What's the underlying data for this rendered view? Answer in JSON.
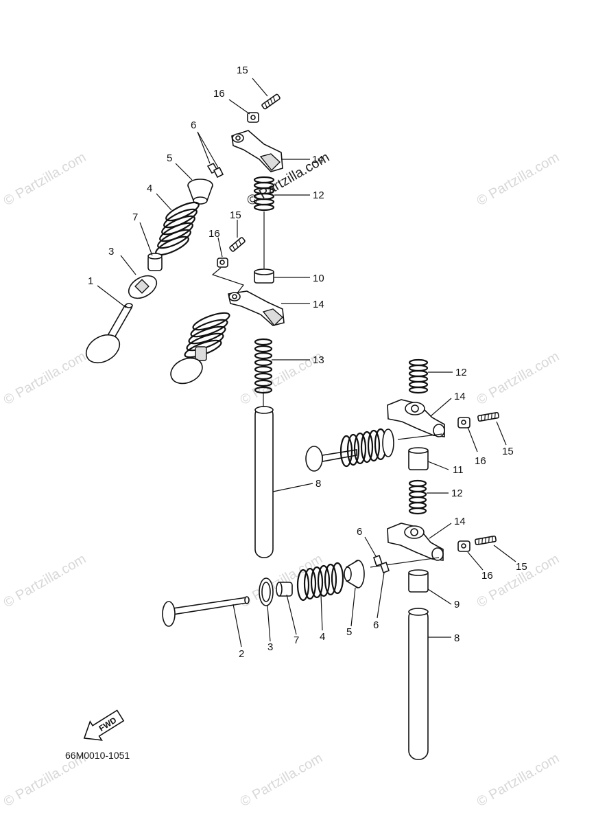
{
  "diagram": {
    "part_code": "66M0010-1051",
    "fwd_label": "FWD",
    "watermark_text": "© Partzilla.com",
    "callouts": {
      "c15a": "15",
      "c16a": "16",
      "c6a": "6",
      "c5a": "5",
      "c4a": "4",
      "c7a": "7",
      "c3a": "3",
      "c1": "1",
      "c14a": "14",
      "c12a": "12",
      "c15b": "15",
      "c16b": "16",
      "c10": "10",
      "c14b": "14",
      "c13": "13",
      "c12b": "12",
      "c14c": "14",
      "c16c": "16",
      "c15c": "15",
      "c11": "11",
      "c8a": "8",
      "c12c": "12",
      "c14d": "14",
      "c6b": "6",
      "c15d": "15",
      "c16d": "16",
      "c9": "9",
      "c8b": "8",
      "c2": "2",
      "c3b": "3",
      "c7b": "7",
      "c4b": "4",
      "c5b": "5",
      "c6c": "6"
    }
  }
}
